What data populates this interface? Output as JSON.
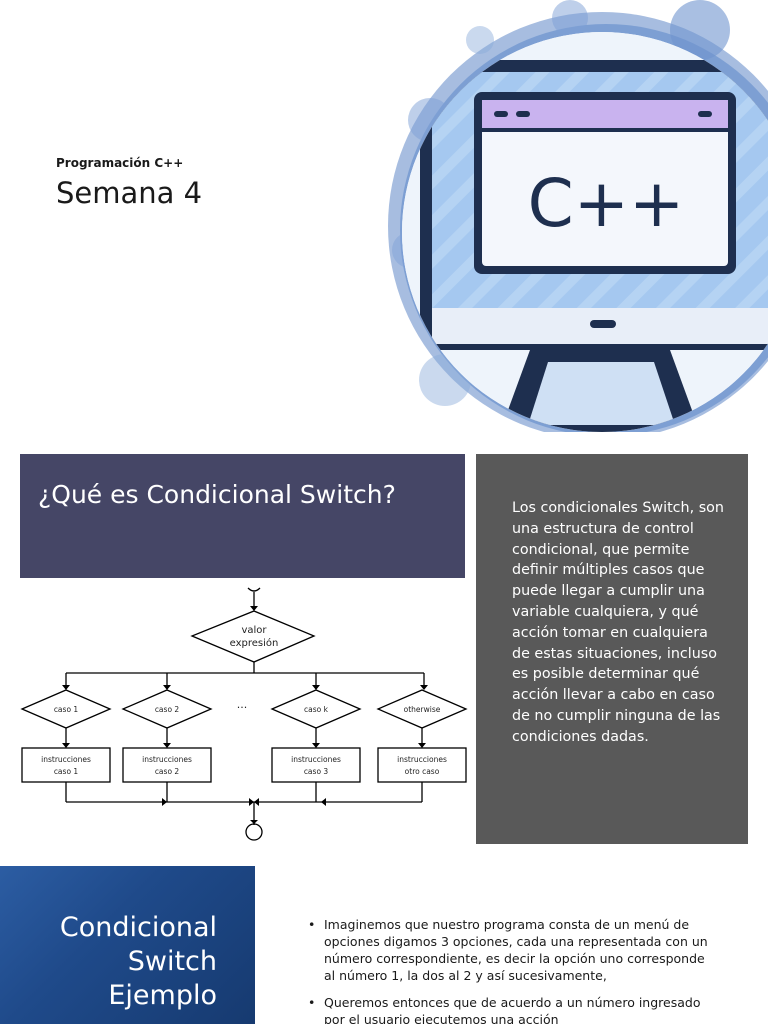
{
  "slide1": {
    "subtitle": "Programación C++",
    "title": "Semana 4",
    "logo_text": "C++",
    "colors": {
      "ring": "#6f95cf",
      "screen": "#a5c8f0",
      "titlebar": "#c9b3ef",
      "frame": "#1e2f4f"
    }
  },
  "slide2": {
    "title": "¿Qué es Condicional Switch?",
    "body": "Los condicionales Switch, son una estructura de control condicional, que permite definir múltiples casos que puede llegar a cumplir una variable cualquiera, y qué acción tomar en cualquiera de estas situaciones, incluso es posible determinar qué acción llevar a cabo en caso de no cumplir ninguna de las condiciones dadas.",
    "colors": {
      "header": "#454666",
      "textbox": "#595959"
    },
    "flowchart": {
      "decision_line1": "valor",
      "decision_line2": "expresión",
      "ellipsis": "...",
      "cases": [
        {
          "label": "caso 1",
          "instr1": "instrucciones",
          "instr2": "caso 1"
        },
        {
          "label": "caso 2",
          "instr1": "instrucciones",
          "instr2": "caso 2"
        },
        {
          "label": "caso k",
          "instr1": "instrucciones",
          "instr2": "caso 3"
        },
        {
          "label": "otherwise",
          "instr1": "instrucciones",
          "instr2": "otro caso"
        }
      ]
    }
  },
  "slide3": {
    "title_line1": "Condicional",
    "title_line2": "Switch",
    "title_line3": "Ejemplo",
    "bullets": [
      "Imaginemos que nuestro programa consta de un menú de opciones digamos 3 opciones, cada una representada con un número correspondiente, es decir la opción uno corresponde al número 1, la dos al 2 y así sucesivamente,",
      "Queremos entonces que de acuerdo a un número ingresado por el usuario ejecutemos una acción"
    ]
  }
}
